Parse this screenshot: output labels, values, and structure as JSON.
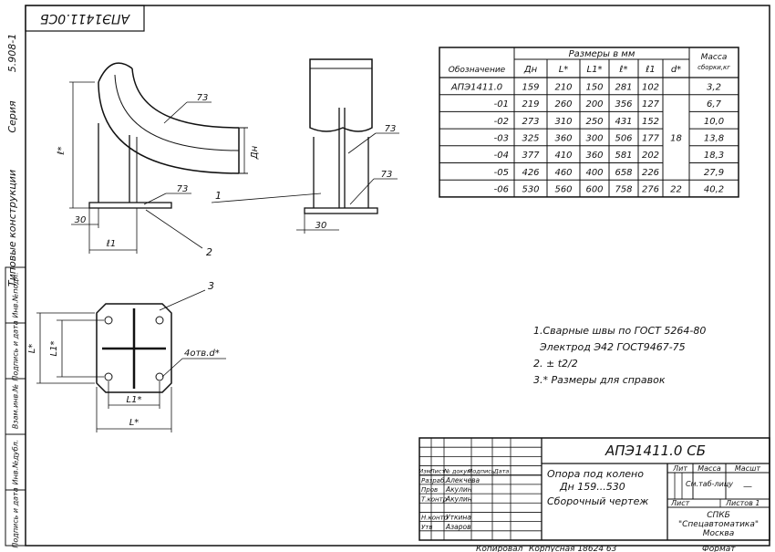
{
  "sheet": {
    "series_label": "Серия",
    "series_number": "5.908-1",
    "series_title": "Типовые конструкции",
    "top_stamp": "АПЭ1411.0СБ",
    "left_strip": [
      "Инв.№подл.",
      "Подпись и дата",
      "Взам.инв.№",
      "Инв.№дубл.",
      "Подпись и дата"
    ]
  },
  "dimensions_table": {
    "header_group": "Размеры в мм",
    "header_mass": [
      "Масса",
      "сборки,кг"
    ],
    "columns": [
      "Обозначение",
      "Дн",
      "L*",
      "L1*",
      "ℓ*",
      "ℓ1",
      "d*"
    ],
    "rows": [
      [
        "АПЭ1411.0",
        "159",
        "210",
        "150",
        "281",
        "102",
        "",
        "3,2"
      ],
      [
        "-01",
        "219",
        "260",
        "200",
        "356",
        "127",
        "",
        "6,7"
      ],
      [
        "-02",
        "273",
        "310",
        "250",
        "431",
        "152",
        "18",
        "10,0"
      ],
      [
        "-03",
        "325",
        "360",
        "300",
        "506",
        "177",
        "",
        "13,8"
      ],
      [
        "-04",
        "377",
        "410",
        "360",
        "581",
        "202",
        "",
        "18,3"
      ],
      [
        "-05",
        "426",
        "460",
        "400",
        "658",
        "226",
        "",
        "27,9"
      ],
      [
        "-06",
        "530",
        "560",
        "600",
        "758",
        "276",
        "22",
        "40,2"
      ]
    ]
  },
  "drawing_labels": {
    "weld_1": "73",
    "weld_2": "73",
    "weld_3": "73",
    "weld_4": "73",
    "dim_30_a": "30",
    "dim_30_b": "30",
    "dim_l1": "ℓ1",
    "dim_l_star": "ℓ*",
    "dim_dn": "Дн",
    "part_1": "1",
    "part_2": "2",
    "part_3": "3",
    "plan_L": "L*",
    "plan_L1": "L1*",
    "plan_L_vert": "L*",
    "plan_L1_vert": "L1*",
    "holes": "4отв.d*"
  },
  "notes": [
    "1.Сварные швы по ГОСТ 5264-80",
    "Электрод Э42 ГОСТ9467-75",
    "2. ± t2/2",
    "3.* Размеры для справок"
  ],
  "title_block": {
    "designation": "АПЭ1411.0 СБ",
    "name_lines": [
      "Опора под колено",
      "Дн 159...530",
      "Сборочный чертеж"
    ],
    "lit_label": "Лит",
    "mass_label": "Масса",
    "scale_label": "Масшт",
    "mass_value": "См.таб-лицу",
    "scale_value": "—",
    "sheet_label": "Лист",
    "sheets_label": "Листов 1",
    "org_lines": [
      "СПКБ",
      "\"Спецавтоматика\"",
      "Москва"
    ],
    "header_cells": [
      "Изм",
      "Лист",
      "№ докум",
      "Подпись",
      "Дата"
    ],
    "roles": [
      {
        "role": "Разраб.",
        "name": "Алекчева"
      },
      {
        "role": "Пров",
        "name": "Акулин"
      },
      {
        "role": "Т.контр",
        "name": "Акулин"
      },
      {
        "role": "Н.контр",
        "name": "Уткина"
      },
      {
        "role": "Утв",
        "name": "Азаров"
      }
    ]
  },
  "footer": {
    "copied": "Копировал",
    "format": "Формат",
    "extra": "Корпусная 18624  63"
  }
}
